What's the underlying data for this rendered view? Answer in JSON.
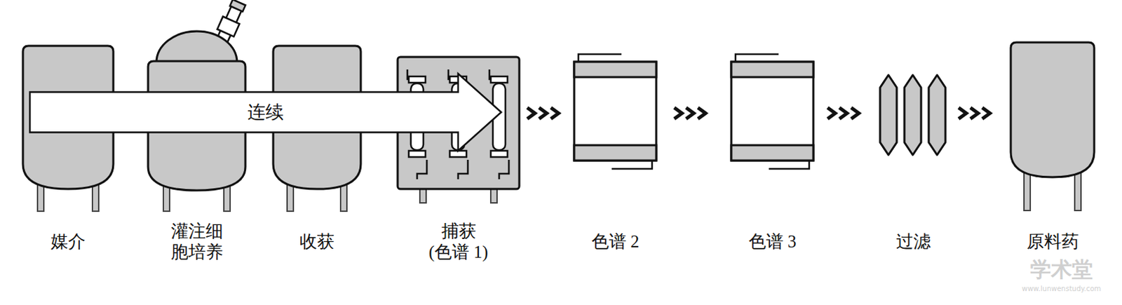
{
  "diagram": {
    "nodes": [
      {
        "text": [
          "连续"
        ]
      },
      {
        "text": [
          "媒介"
        ]
      },
      {
        "text": [
          "灌注细 胞培养"
        ]
      },
      {
        "text": [
          "收获"
        ]
      },
      {
        "text": [
          "捕获 (色谱 1)"
        ]
      },
      {
        "text": [
          "色谱 2"
        ]
      },
      {
        "text": [
          "色谱 3"
        ]
      },
      {
        "text": [
          "过滤"
        ]
      },
      {
        "text": [
          "原料药"
        ]
      }
    ],
    "edges": [
      {
        "from": 4,
        "to": 5,
        "arrow": "to"
      },
      {
        "from": 5,
        "to": 6,
        "arrow": "to"
      },
      {
        "from": 6,
        "to": 7,
        "arrow": "to"
      },
      {
        "from": 7,
        "to": 8,
        "arrow": "to"
      }
    ],
    "labels": [
      "学术堂",
      "www.lunwenstudy.com"
    ]
  }
}
